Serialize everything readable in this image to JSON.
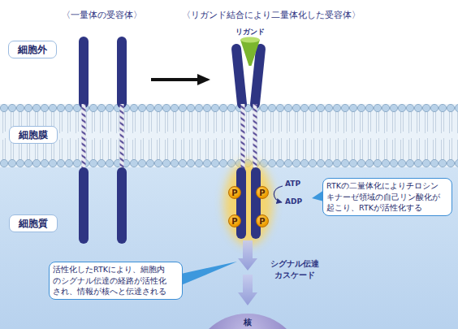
{
  "diagram": {
    "nodes": [
      {
        "text": [
          "細胞外"
        ]
      },
      {
        "text": [
          "細胞膜"
        ]
      },
      {
        "text": [
          "RTKの二量体化によりチロシン キナーゼ領域の自己リン酸化が 起こり、RTKが活性化する"
        ]
      },
      {
        "text": [
          "P"
        ]
      },
      {
        "text": [
          "P"
        ]
      },
      {
        "text": [
          "細胞質"
        ]
      },
      {
        "text": [
          "P"
        ]
      },
      {
        "text": [
          "P"
        ]
      },
      {
        "text": [
          "活性化したRTKにより、細胞内 のシグナル伝達の経路が活性化 され、情報が核へと伝達される"
        ]
      },
      {
        "text": [
          "核"
        ]
      }
    ],
    "labels": [
      "〈一量体の受容体〉",
      "〈リガンド結合により二量体化した受容体〉",
      "リガンド",
      "ATP",
      "ADP",
      "シグナル伝達 カスケード"
    ]
  }
}
